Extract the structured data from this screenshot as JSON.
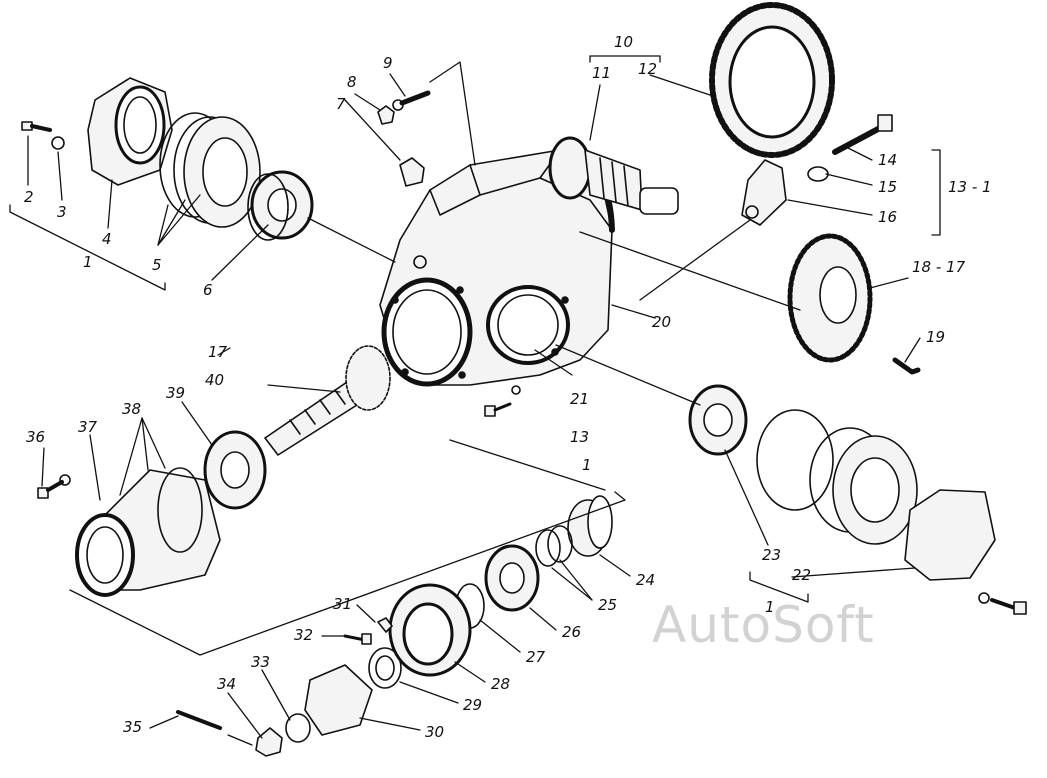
{
  "watermark": "AutoSoft",
  "labels": {
    "l1a": "1",
    "l1b": "1",
    "l1c": "1",
    "l2": "2",
    "l3": "3",
    "l4": "4",
    "l5": "5",
    "l6": "6",
    "l7": "7",
    "l8": "8",
    "l9": "9",
    "l10": "10",
    "l11": "11",
    "l12": "12",
    "l13a": "13 - 1",
    "l13b": "13",
    "l14": "14",
    "l15": "15",
    "l16": "16",
    "l17a": "18 - 17",
    "l17b": "17",
    "l19": "19",
    "l20": "20",
    "l21": "21",
    "l22": "22",
    "l23": "23",
    "l24": "24",
    "l25": "25",
    "l26": "26",
    "l27": "27",
    "l28": "28",
    "l29": "29",
    "l30": "30",
    "l31": "31",
    "l32": "32",
    "l33": "33",
    "l34": "34",
    "l35": "35",
    "l36": "36",
    "l37": "37",
    "l38": "38",
    "l39": "39",
    "l40": "40"
  }
}
